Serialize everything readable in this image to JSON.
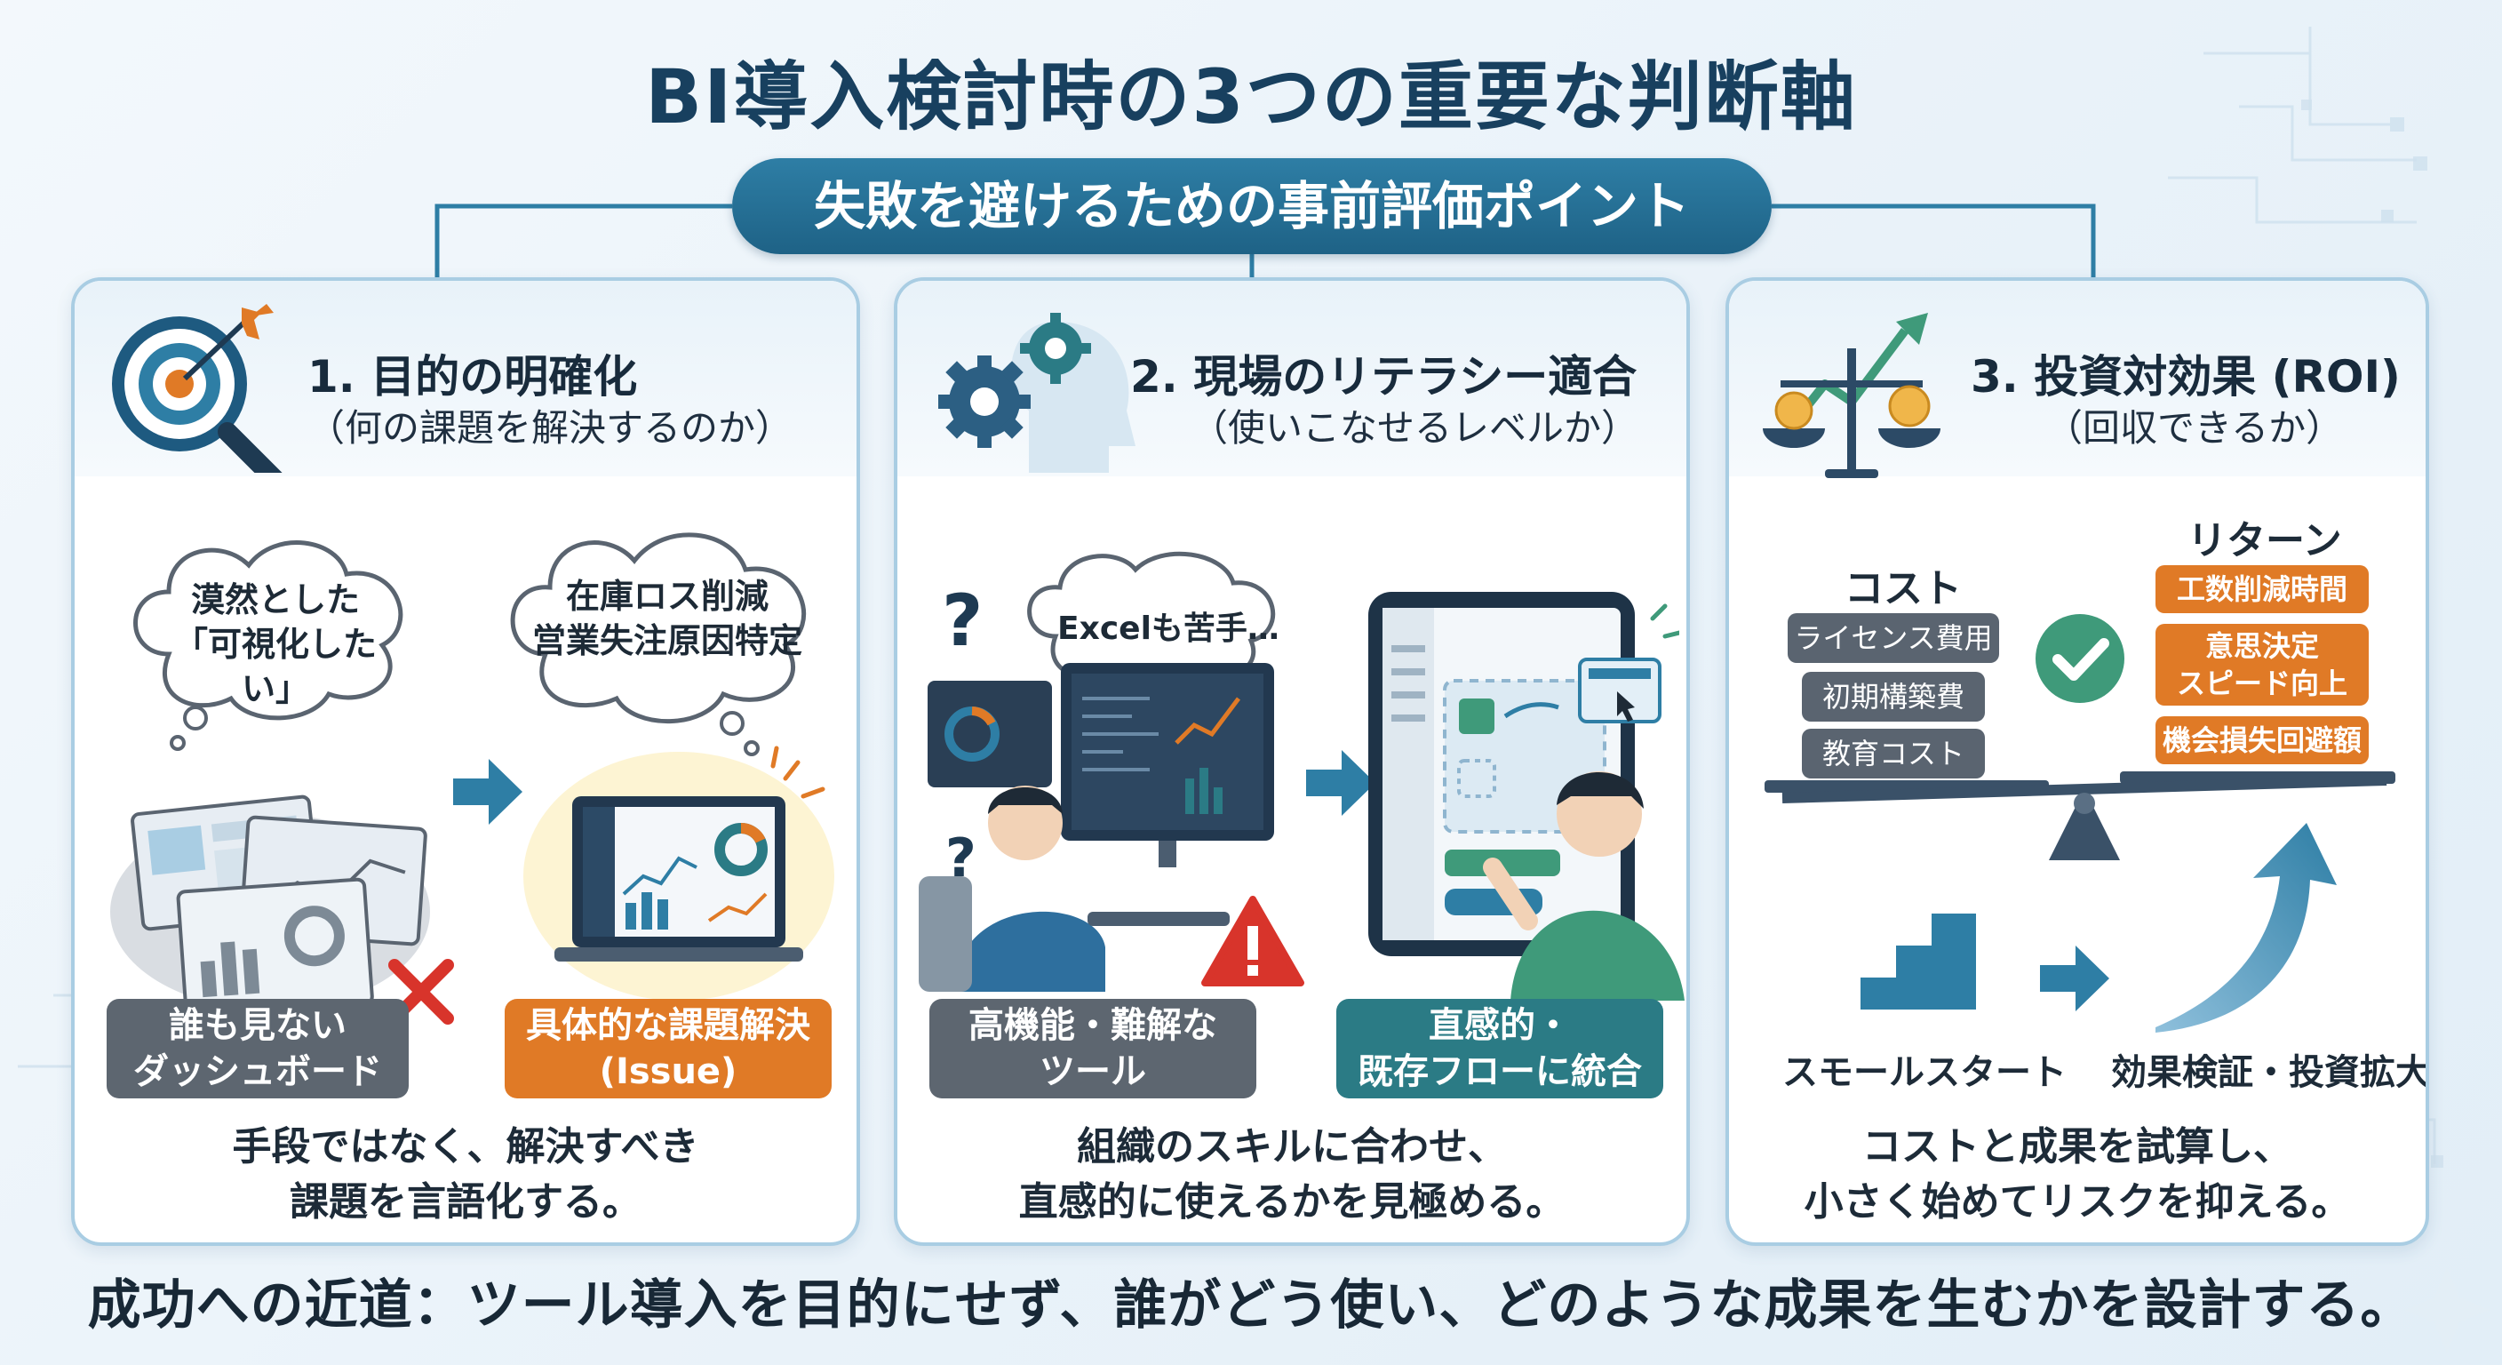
{
  "title": "BI導入検討時の3つの重要な判断軸",
  "subtitle": "失敗を避けるための事前評価ポイント",
  "colors": {
    "navy": "#18405f",
    "teal": "#2b7b85",
    "orange": "#e07a26",
    "gray": "#5d6670",
    "border": "#a9cde3"
  },
  "cards": [
    {
      "title": "1. 目的の明確化",
      "subtitle": "（何の課題を解決するのか）",
      "icon": "target-magnifier-icon",
      "thought_left": [
        "漠然とした",
        "「可視化したい」"
      ],
      "thought_right": [
        "在庫ロス削減",
        "営業失注原因特定"
      ],
      "label_left": [
        "誰も見ない",
        "ダッシュボード"
      ],
      "label_right": [
        "具体的な課題解決",
        "(Issue)"
      ],
      "summary": [
        "手段ではなく、解決すべき",
        "課題を言語化する。"
      ]
    },
    {
      "title": "2. 現場のリテラシー適合",
      "subtitle": "（使いこなせるレベルか）",
      "icon": "gears-head-icon",
      "thought": "Excelも苦手…",
      "label_left": [
        "高機能・難解な",
        "ツール"
      ],
      "label_right": [
        "直感的・",
        "既存フローに統合"
      ],
      "summary": [
        "組織のスキルに合わせ、",
        "直感的に使えるかを見極める。"
      ]
    },
    {
      "title": "3. 投資対効果 (ROI)",
      "subtitle": "（回収できるか）",
      "icon": "balance-scale-growth-icon",
      "cost_label": "コスト",
      "cost_items": [
        "ライセンス費用",
        "初期構築費",
        "教育コスト"
      ],
      "return_label": "リターン",
      "return_items": [
        [
          "工数削減時間"
        ],
        [
          "意思決定",
          "スピード向上"
        ],
        [
          "機会損失回避額"
        ]
      ],
      "small_start": "スモールスタート",
      "expand": "効果検証・投資拡大",
      "summary": [
        "コストと成果を試算し、",
        "小さく始めてリスクを抑える。"
      ]
    }
  ],
  "footer": "成功への近道：ツール導入を目的にせず、誰がどう使い、どのような成果を生むかを設計する。"
}
